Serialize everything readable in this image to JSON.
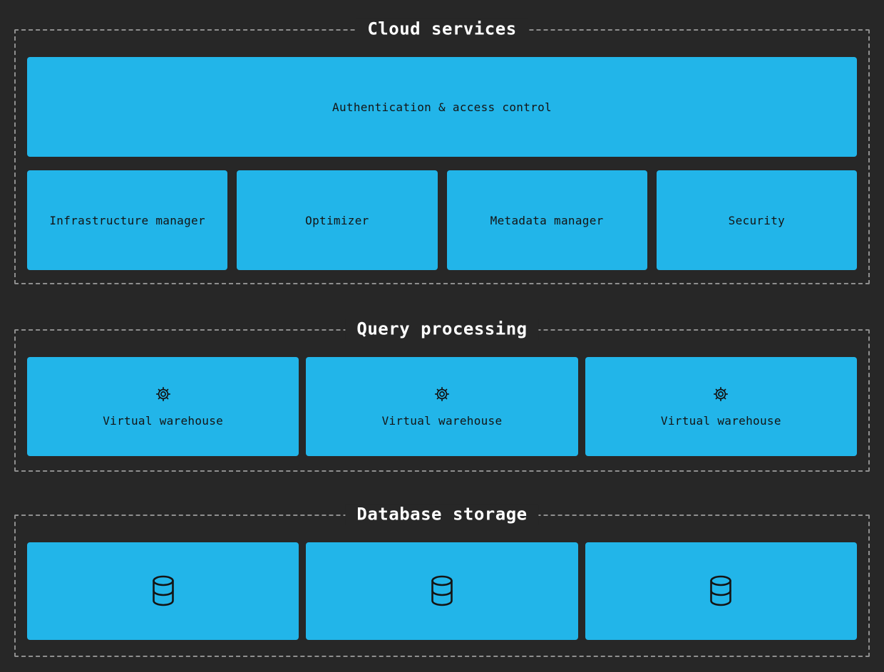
{
  "colors": {
    "background": "#272727",
    "box_fill": "#22B5E9",
    "dashed_border": "#8f8f8f",
    "section_title_text": "#ffffff",
    "box_text": "#141414"
  },
  "cloud_services": {
    "title": "Cloud services",
    "auth_box_label": "Authentication & access control",
    "boxes": [
      "Infrastructure manager",
      "Optimizer",
      "Metadata manager",
      "Security"
    ]
  },
  "query_processing": {
    "title": "Query processing",
    "warehouses": [
      {
        "icon": "gear-icon",
        "label": "Virtual warehouse"
      },
      {
        "icon": "gear-icon",
        "label": "Virtual warehouse"
      },
      {
        "icon": "gear-icon",
        "label": "Virtual warehouse"
      }
    ]
  },
  "database_storage": {
    "title": "Database storage",
    "databases": [
      {
        "icon": "database-icon"
      },
      {
        "icon": "database-icon"
      },
      {
        "icon": "database-icon"
      }
    ]
  }
}
